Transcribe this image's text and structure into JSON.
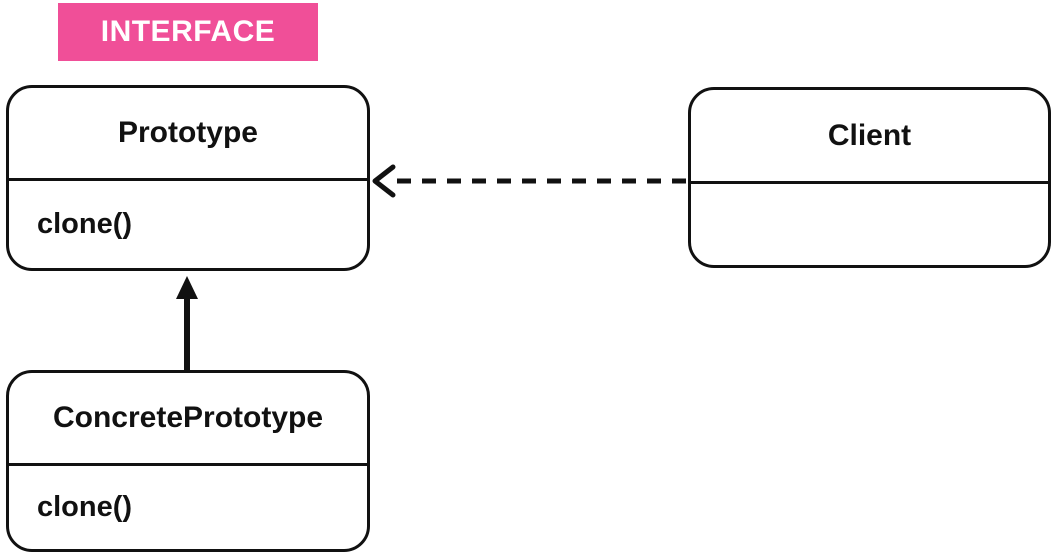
{
  "badge": {
    "label": "INTERFACE",
    "color": "#f04f98"
  },
  "classes": {
    "prototype": {
      "name": "Prototype",
      "operations": [
        "clone()"
      ]
    },
    "concrete_prototype": {
      "name": "ConcretePrototype",
      "operations": [
        "clone()"
      ]
    },
    "client": {
      "name": "Client",
      "operations": []
    }
  },
  "relations": [
    {
      "from": "client",
      "to": "prototype",
      "kind": "dependency",
      "style": "dashed"
    },
    {
      "from": "concrete_prototype",
      "to": "prototype",
      "kind": "inheritance",
      "style": "solid"
    }
  ]
}
